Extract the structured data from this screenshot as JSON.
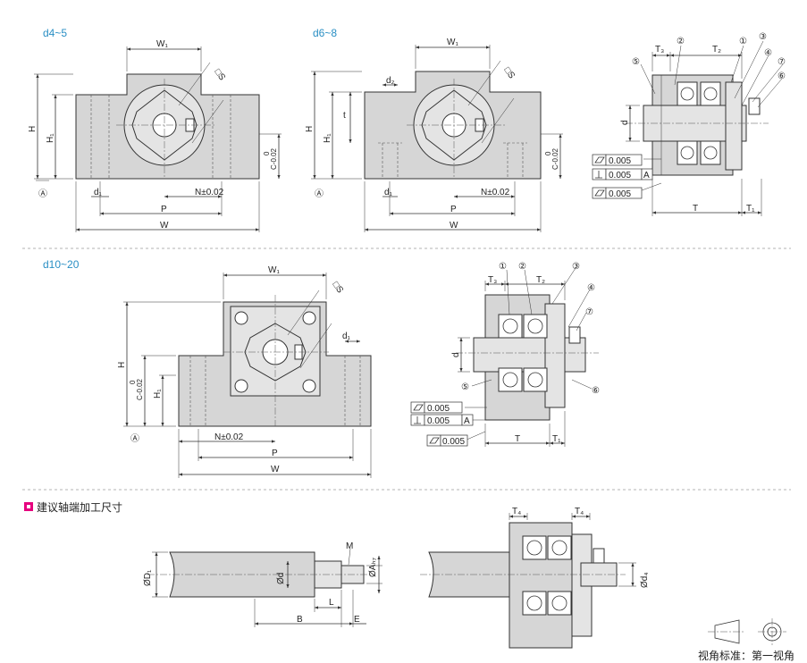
{
  "sections": {
    "d4_5": "d4~5",
    "d6_8": "d6~8",
    "d10_20": "d10~20",
    "shaft_end_title": "建议轴端加工尺寸"
  },
  "accent_color": "#e6007e",
  "section_color": "#2a8fc4",
  "dims": {
    "W1": "W₁",
    "S": "□S",
    "H": "H",
    "H1": "H₁",
    "C": "C-0.02",
    "C_sup": "0",
    "d1": "d₁",
    "d2": "d₂",
    "t": "t",
    "N": "N±0.02",
    "P": "P",
    "W": "W",
    "datum": "Ⓐ",
    "T": "T",
    "T1": "T₁",
    "T2": "T₂",
    "T3": "T₃",
    "T4": "T₄",
    "d": "d",
    "D1": "ØD₁",
    "phi_d": "Ød",
    "phi_A": "ØAₕ₇",
    "phi_d4": "Ød₄",
    "M": "M",
    "B": "B",
    "L": "L",
    "E": "E"
  },
  "parts": [
    "①",
    "②",
    "③",
    "④",
    "⑤",
    "⑥",
    "⑦"
  ],
  "tolerances": {
    "flat": "0.005",
    "perp": "0.005",
    "perp_ref": "A",
    "flat2": "0.005"
  },
  "footer": {
    "projection_label": "视角标准：第一视角"
  }
}
